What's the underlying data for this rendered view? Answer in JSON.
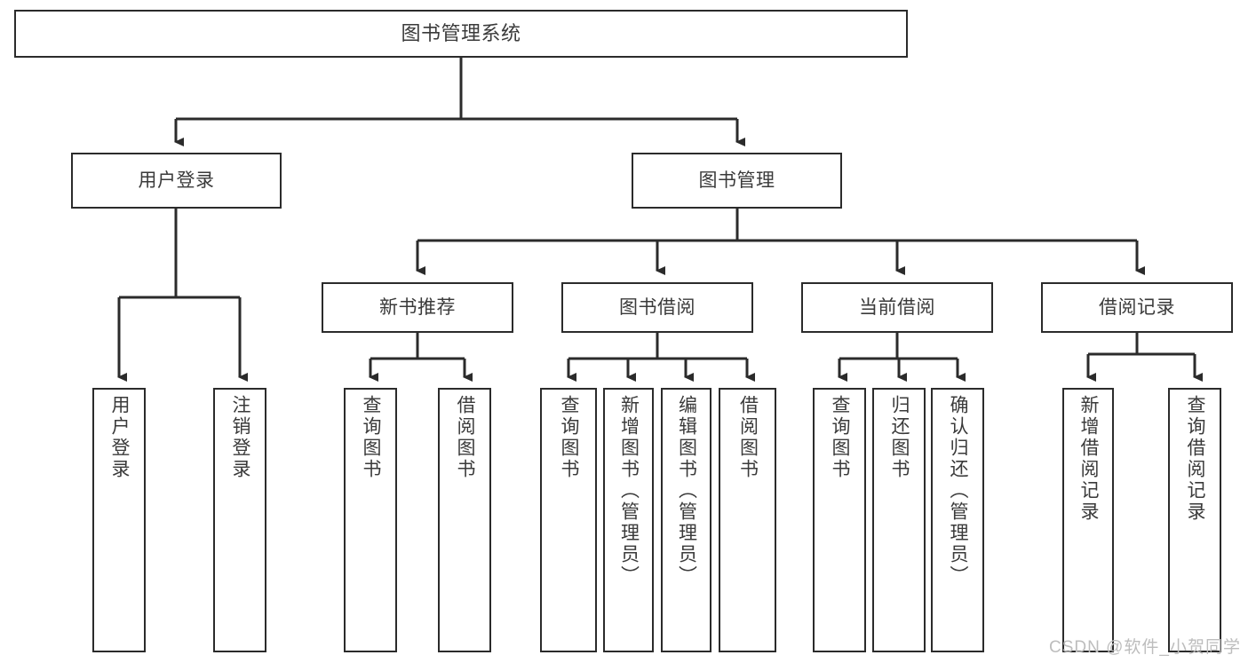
{
  "diagram": {
    "type": "tree",
    "title": "图书管理系统",
    "root": {
      "label": "图书管理系统"
    },
    "level2": [
      {
        "label": "用户登录"
      },
      {
        "label": "图书管理"
      }
    ],
    "level3": [
      {
        "label": "新书推荐"
      },
      {
        "label": "图书借阅"
      },
      {
        "label": "当前借阅"
      },
      {
        "label": "借阅记录"
      }
    ],
    "leaves": [
      {
        "label": "用户登录",
        "parent": "用户登录"
      },
      {
        "label": "注销登录",
        "parent": "用户登录"
      },
      {
        "label": "查询图书",
        "parent": "新书推荐"
      },
      {
        "label": "借阅图书",
        "parent": "新书推荐"
      },
      {
        "label": "查询图书",
        "parent": "图书借阅"
      },
      {
        "label": "新增图书（管理员）",
        "parent": "图书借阅"
      },
      {
        "label": "编辑图书（管理员）",
        "parent": "图书借阅"
      },
      {
        "label": "借阅图书",
        "parent": "图书借阅"
      },
      {
        "label": "查询图书",
        "parent": "当前借阅"
      },
      {
        "label": "归还图书",
        "parent": "当前借阅"
      },
      {
        "label": "确认归还（管理员）",
        "parent": "当前借阅"
      },
      {
        "label": "新增借阅记录",
        "parent": "借阅记录"
      },
      {
        "label": "查询借阅记录",
        "parent": "借阅记录"
      }
    ]
  },
  "watermark": {
    "text": "CSDN @软件_小贺同学"
  },
  "colors": {
    "stroke": "#2b2b2b",
    "text": "#3a3a3a",
    "background": "#ffffff",
    "watermark": "#bdbdbd"
  }
}
